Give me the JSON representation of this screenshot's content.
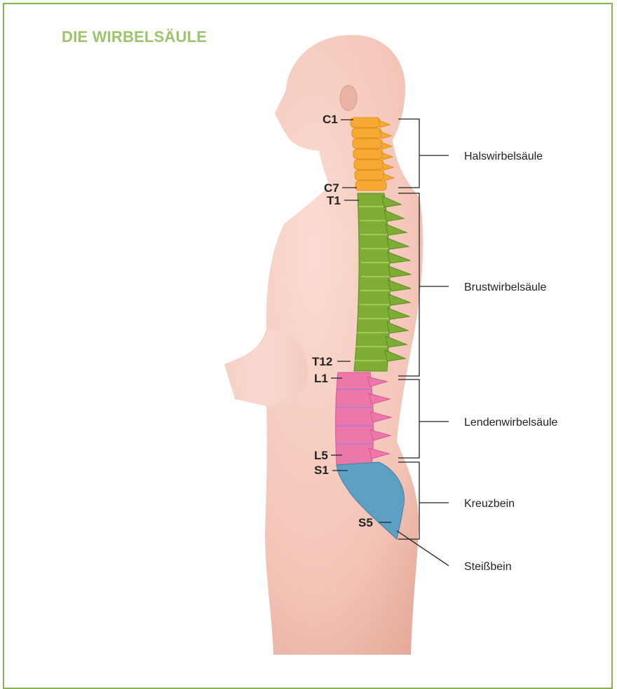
{
  "title": "DIE WIRBELSÄULE",
  "colors": {
    "frame": "#86b24f",
    "title": "#9cc46b",
    "skin": "#f4c9bd",
    "cervical": "#f7a935",
    "thoracic": "#7dad34",
    "lumbar": "#ee77aa",
    "sacrum": "#5ea0c4"
  },
  "vertebra_labels": {
    "c1": "C1",
    "c7": "C7",
    "t1": "T1",
    "t12": "T12",
    "l1": "L1",
    "l5": "L5",
    "s1": "S1",
    "s5": "S5"
  },
  "region_labels": {
    "cervical": "Halswirbelsäule",
    "thoracic": "Brustwirbelsäule",
    "lumbar": "Lendenwirbelsäule",
    "sacrum": "Kreuzbein",
    "coccyx": "Steißbein"
  }
}
